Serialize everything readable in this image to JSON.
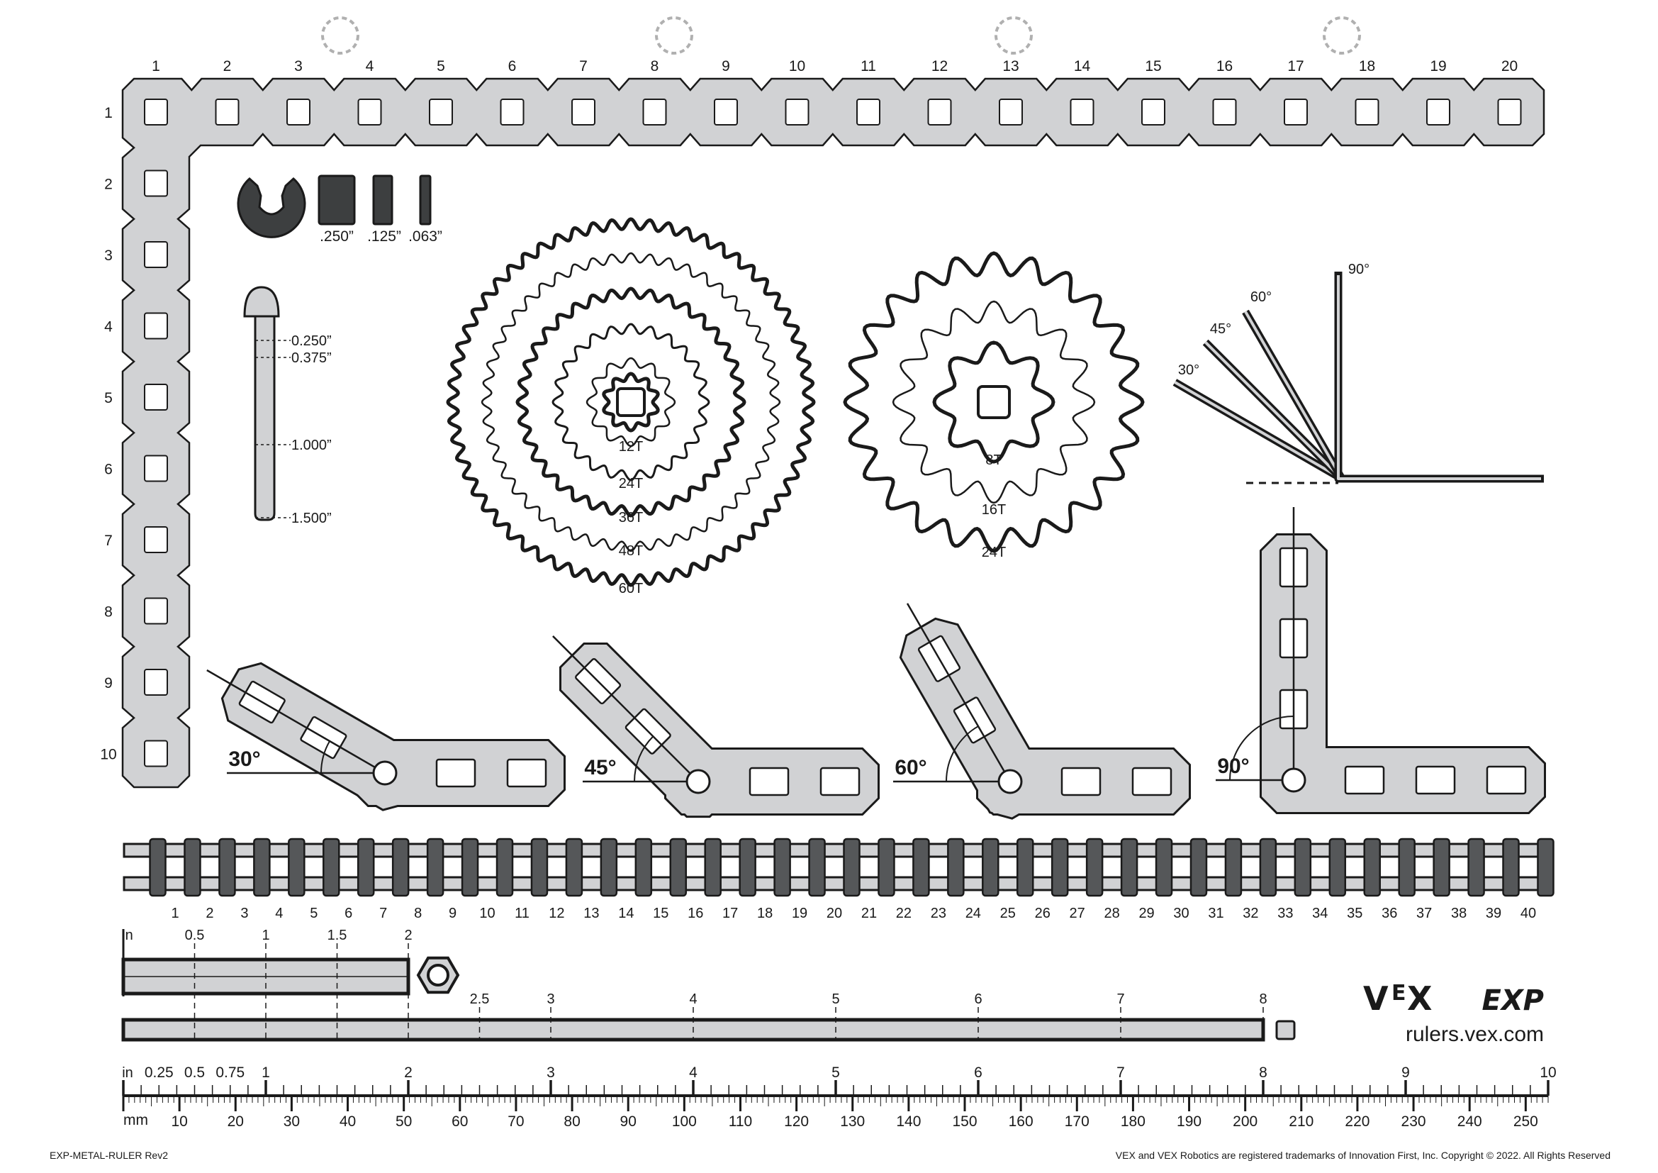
{
  "top_bar": {
    "column_labels": [
      "1",
      "2",
      "3",
      "4",
      "5",
      "6",
      "7",
      "8",
      "9",
      "10",
      "11",
      "12",
      "13",
      "14",
      "15",
      "16",
      "17",
      "18",
      "19",
      "20"
    ]
  },
  "left_bar": {
    "row_labels": [
      "1",
      "2",
      "3",
      "4",
      "5",
      "6",
      "7",
      "8",
      "9",
      "10"
    ]
  },
  "hardware": {
    "spacer_labels": [
      ".250”",
      ".125”",
      ".063”"
    ],
    "pin_labels": [
      "0.250”",
      "0.375”",
      "1.000”",
      "1.500”"
    ]
  },
  "gears": {
    "labels": [
      "12T",
      "24T",
      "36T",
      "48T",
      "60T"
    ]
  },
  "sprockets": {
    "labels": [
      "8T",
      "16T",
      "24T"
    ]
  },
  "angle_gauge": {
    "labels": [
      "30°",
      "45°",
      "60°",
      "90°"
    ]
  },
  "brackets": {
    "labels": [
      "30°",
      "45°",
      "60°",
      "90°"
    ]
  },
  "chain": {
    "link_labels": [
      "1",
      "2",
      "3",
      "4",
      "5",
      "6",
      "7",
      "8",
      "9",
      "10",
      "11",
      "12",
      "13",
      "14",
      "15",
      "16",
      "17",
      "18",
      "19",
      "20",
      "21",
      "22",
      "23",
      "24",
      "25",
      "26",
      "27",
      "28",
      "29",
      "30",
      "31",
      "32",
      "33",
      "34",
      "35",
      "36",
      "37",
      "38",
      "39",
      "40"
    ]
  },
  "shaft_ruler": {
    "unit": "in",
    "labels": [
      "0.5",
      "1",
      "1.5",
      "2",
      "2.5",
      "3",
      "4",
      "5",
      "6",
      "7",
      "8"
    ]
  },
  "main_ruler": {
    "inch_unit": "in",
    "inch_labels": [
      "0.25",
      "0.5",
      "0.75",
      "1",
      "2",
      "3",
      "4",
      "5",
      "6",
      "7",
      "8",
      "9",
      "10"
    ],
    "mm_unit": "mm",
    "mm_labels": [
      "10",
      "20",
      "30",
      "40",
      "50",
      "60",
      "70",
      "80",
      "90",
      "100",
      "110",
      "120",
      "130",
      "140",
      "150",
      "160",
      "170",
      "180",
      "190",
      "200",
      "210",
      "220",
      "230",
      "240",
      "250"
    ]
  },
  "logo": {
    "v": "V",
    "e": "E",
    "x": "X",
    "exp": "EXP"
  },
  "url": "rulers.vex.com",
  "footer": {
    "left": "EXP-METAL-RULER Rev2",
    "right": "VEX and VEX Robotics are registered trademarks of Innovation First, Inc. Copyright © 2022. All Rights Reserved"
  },
  "colors": {
    "metal": "#d1d2d4",
    "outline": "#1a1a1a",
    "dark_part": "#3d3f40",
    "guide_circle": "#b0b0b0"
  }
}
